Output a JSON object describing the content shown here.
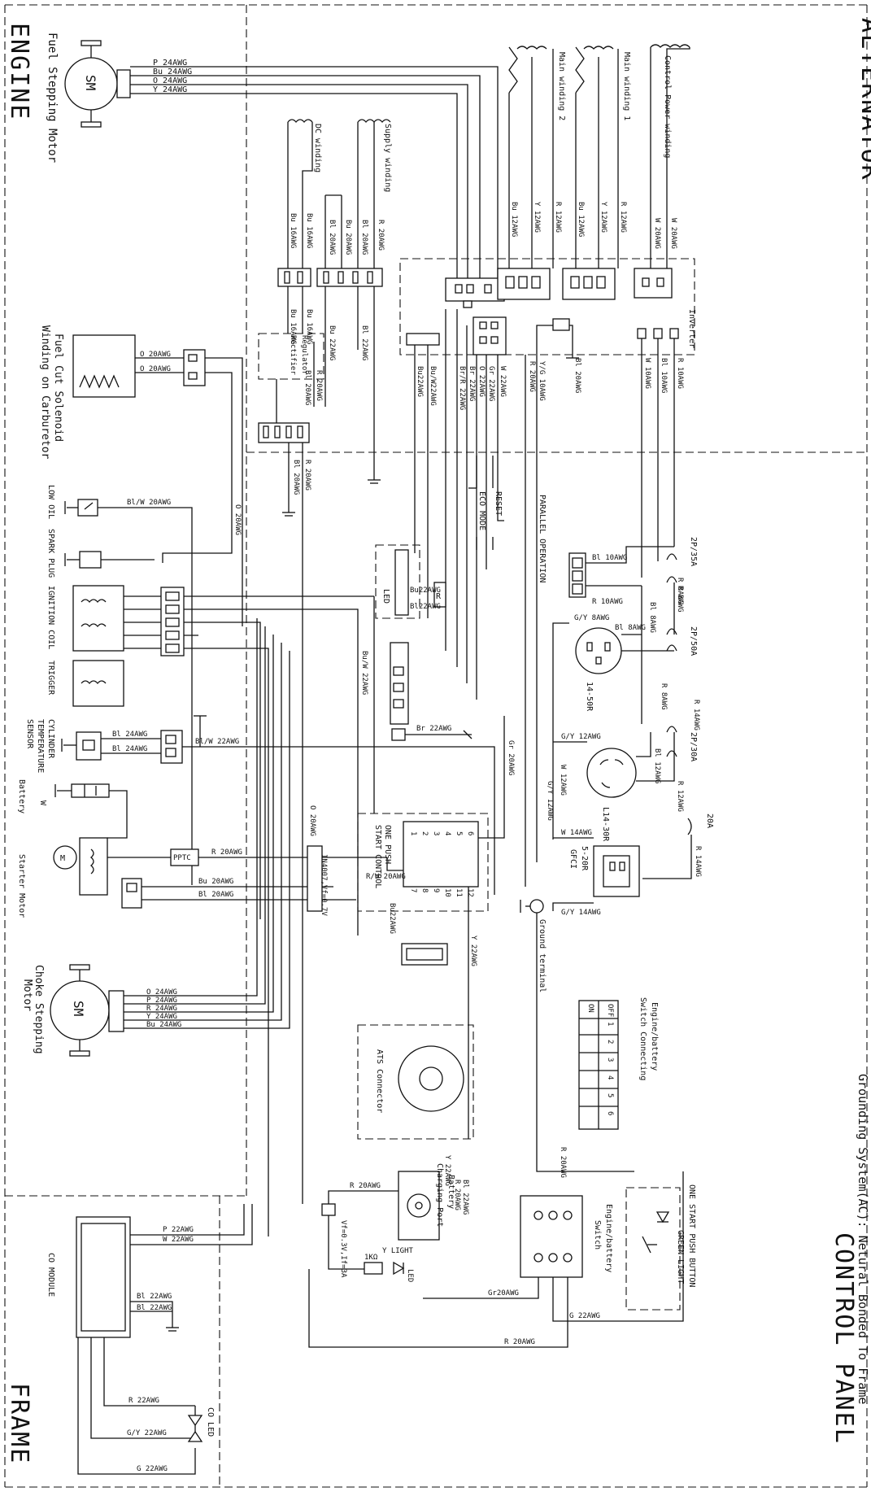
{
  "sections": {
    "engine": "ENGINE",
    "alternator": "ALTERNATOR",
    "control_panel": "CONTROL PANEL",
    "frame": "FRAME",
    "grounding": "Grounding System(AC): Netural Bonded To Frame"
  },
  "engine_parts": {
    "fuel_stepping_motor": "Fuel Stepping Motor",
    "sm": "SM",
    "fuel_cut_line1": "Fuel Cut Solenoid",
    "fuel_cut_line2": "Winding on Carburetor",
    "low_oil": "LOW OIL",
    "spark_plug": "SPARK PLUG",
    "ignition_coil": "IGNITION COIL",
    "trigger": "TRIGGER",
    "cyl_temp_line1": "CYLINDER",
    "cyl_temp_line2": "TEMPERATURE",
    "cyl_temp_line3": "SENSOR",
    "battery": "Battery",
    "starter_motor": "Starter Motor",
    "choke_line1": "Choke Stepping",
    "choke_line2": "Motor",
    "m": "M",
    "w": "W",
    "pptc": "PPTC"
  },
  "alternator_parts": {
    "control_power_winding": "Control Power winding",
    "main_winding_1": "Main winding 1",
    "main_winding_2": "Main winding 2",
    "supply_winding": "Supply winding",
    "dc_winding": "DC winding",
    "inverter": "Inverter",
    "rectifier": "Rectifier",
    "regulator": "Regulator"
  },
  "panel_parts": {
    "eco_mode": "ECO MODE",
    "reset": "RESET",
    "parallel_operation": "PARALLEL OPERATION",
    "led": "LED",
    "r": "R",
    "breaker_2p35": "2P/35A",
    "breaker_2p50": "2P/50A",
    "breaker_2p30": "2P/30A",
    "fuse_20a": "20A",
    "recept_1450": "14-50R",
    "recept_l1430": "L14-30R",
    "recept_520_line1": "5-20R",
    "recept_520_line2": "GFCI",
    "ground_terminal": "Ground terminal",
    "one_push_line1": "ONE PUSH",
    "one_push_line2": "START CONTROL",
    "diode_label": "IN4007,Vf=0.7V",
    "diode2_label": "Vf=0.3V,If=3A",
    "ats_connector": "ATS Connector",
    "battery_charging_line1": "Battery",
    "battery_charging_line2": "Charging Port",
    "eb_switch_line1": "Engine/battery",
    "eb_switch_line2": "Switch",
    "eb_conn_line1": "Engine/battery",
    "eb_conn_line2": "Switch Connecting",
    "one_start_button": "ONE START PUSH BUTTON",
    "green_light": "GREEN LIGHT",
    "y_light": "Y LIGHT",
    "res_1k": "1KΩ",
    "off": "OFF",
    "on": "ON"
  },
  "eb_table": {
    "headers": [
      "1",
      "2",
      "3",
      "4",
      "5",
      "6"
    ]
  },
  "pin_numbers": [
    "1",
    "2",
    "3",
    "4",
    "5",
    "6",
    "7",
    "8",
    "9",
    "10",
    "11",
    "12"
  ],
  "frame_parts": {
    "co_module": "CO MODULE",
    "co_led": "CO LED"
  },
  "wire_labels": {
    "fsm": [
      "P  24AWG",
      "Bu  24AWG",
      "O  24AWG",
      "Y  24AWG"
    ],
    "choke": [
      "O  24AWG",
      "P  24AWG",
      "R  24AWG",
      "Y  24AWG",
      "Bu  24AWG"
    ],
    "alt_w20": "W  20AWG",
    "alt_r12a": "R  12AWG",
    "alt_y12a": "Y  12AWG",
    "alt_bu12a": "Bu 12AWG",
    "alt_r12b": "R  12AWG",
    "alt_y12b": "Y  12AWG",
    "alt_bu12b": "Bu 12AWG",
    "sup_r20": "R  20AWG",
    "sup_bl20": "Bl  20AWG",
    "sup_bu20": "Bu  20AWG",
    "sup_bl20b": "Bl  20AWG",
    "dc_bu16a": "Bu  16AWG",
    "dc_bu16b": "Bu  16AWG",
    "bu16": "Bu  16AWG",
    "bu16b": "Bu  16AWG",
    "bu22": "Bu  22AWG",
    "bl22": "Bl  22AWG",
    "r20a": "R  20AWG",
    "o20": "O  20AWG",
    "bw20": "Bl/W  20AWG",
    "r20b": "R  20AWG",
    "bl20c": "Bl  20AWG",
    "fc_o1": "O  20AWG",
    "fc_o2": "O  20AWG",
    "inv_r10": "R  10AWG",
    "inv_bl10": "Bl  10AWG",
    "inv_w10": "W  10AWG",
    "bl20_inv": "Bl  20AWG",
    "yg10": "Y/G  10AWG",
    "r20_inv": "R  20AWG",
    "w22": "W  22AWG",
    "gr22": "Gr  22AWG",
    "o22": "O  22AWG",
    "br22": "Br  22AWG",
    "bur22": "Br/R 22AWG",
    "buw22a": "Bu/W22AWG",
    "bu22awg": "Bu22AWG",
    "bl10_led": "Bl  10AWG",
    "r10_led": "R  10AWG",
    "gy8": "G/Y  8AWG",
    "bl8a": "Bl  8AWG",
    "r8a": "R  8AWG",
    "r8b": "R  8AWG",
    "r8c": "R  8AWG",
    "bl8b": "Bl  8AWG",
    "gy12": "G/Y  12AWG",
    "bl12": "Bl  12AWG",
    "r14a": "R  14AWG",
    "r12": "R  12AWG",
    "w12": "W  12AWG",
    "gy12b": "G/Y  12AWG",
    "w14": "W  14AWG",
    "r14b": "R  14AWG",
    "gy14": "G/Y  14AWG",
    "br22b": "Br  22AWG",
    "gr20": "Gr  20AWG",
    "buw22b": "Bu/W  22AWG",
    "bw22": "Bl/W  22AWG",
    "bl24a": "Bl  24AWG",
    "bl24b": "Bl  24AWG",
    "o20d": "O  20AWG",
    "r20c": "R  20AWG",
    "rw20": "R/W  20AWG",
    "bu22c": "Bu22AWG",
    "bu20": "Bu  20AWG",
    "bl20d": "Bl  20AWG",
    "y22": "Y  22AWG",
    "p22": "P  22AWG",
    "w22b": "W  22AWG",
    "bl22b": "Bl  22AWG",
    "bl22c": "Bl  22AWG",
    "r22": "R  22AWG",
    "gy22": "G/Y  22AWG",
    "g22": "G  22AWG",
    "r20e": "R  20AWG",
    "bl22d": "Bl  22AWG",
    "r20f": "R  20AWG",
    "y22b": "Y  22AWG",
    "gr20b": "Gr20AWG",
    "g22b": "G  22AWG",
    "r20g": "R  20AWG",
    "r20h": "R  20AWG",
    "bu22led": "Bu22AWG",
    "bl22led": "Bl22AWG"
  }
}
